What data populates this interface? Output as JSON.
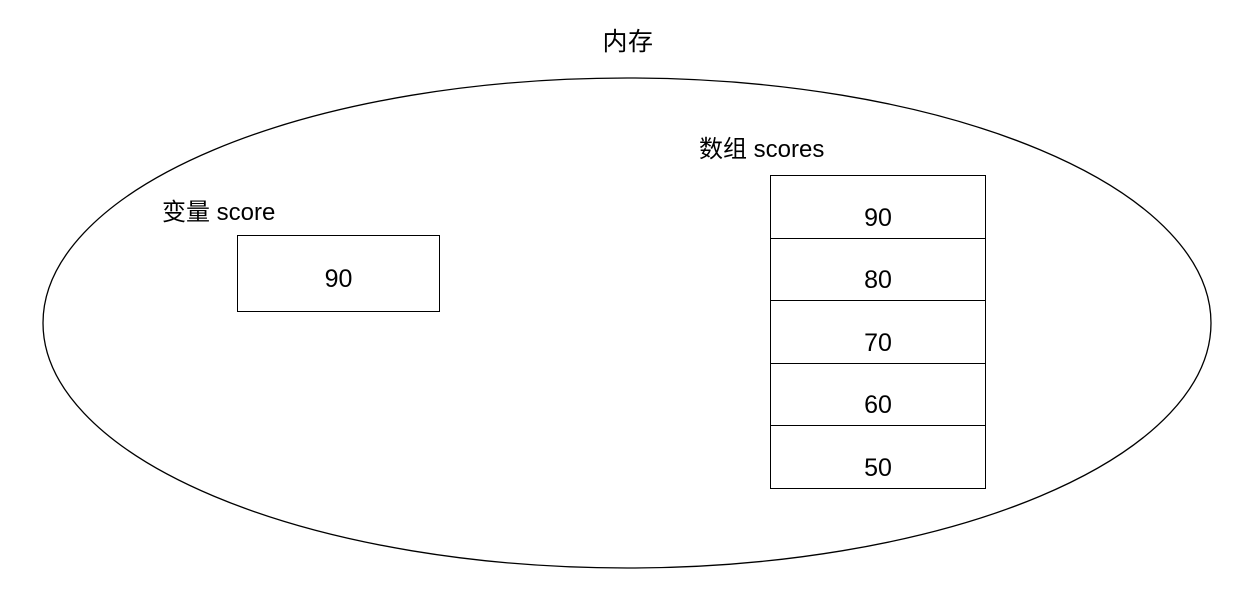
{
  "diagram": {
    "title": "内存",
    "shape": "ellipse",
    "variable": {
      "label": "变量 score",
      "value": "90"
    },
    "array": {
      "label": "数组 scores",
      "cells": [
        {
          "value": "90"
        },
        {
          "value": "80"
        },
        {
          "value": "70"
        },
        {
          "value": "60"
        },
        {
          "value": "50"
        }
      ]
    },
    "colors": {
      "stroke": "#000000",
      "background": "#ffffff",
      "text": "#000000"
    }
  }
}
